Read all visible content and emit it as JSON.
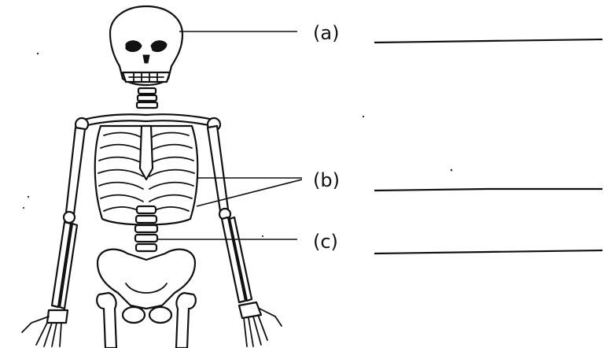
{
  "labels": [
    {
      "id": "a",
      "text": "(a)"
    },
    {
      "id": "b",
      "text": "(b)"
    },
    {
      "id": "c",
      "text": "(c)"
    }
  ],
  "colors": {
    "ink": "#111111",
    "paper": "#ffffff"
  },
  "icons": {
    "figure": "human-skeleton-icon"
  }
}
